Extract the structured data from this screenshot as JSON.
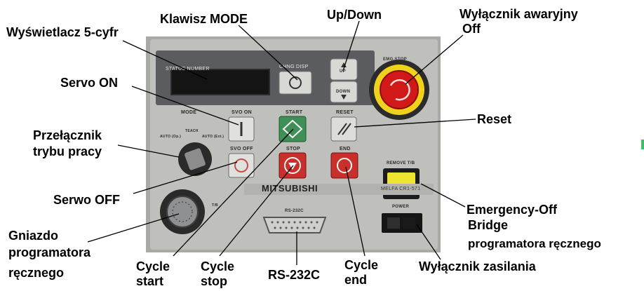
{
  "callouts": {
    "display5": "Wyświetlacz 5-cyfr",
    "mode_key": "Klawisz MODE",
    "up_down": "Up/Down",
    "estop_line1": "Wyłącznik awaryjny",
    "estop_line2": "Off",
    "servo_on": "Servo ON",
    "mode_switch_line1": "Przełącznik",
    "mode_switch_line2": "trybu pracy",
    "reset": "Reset",
    "servo_off": "Serwo OFF",
    "emergency_line1": "Emergency-Off",
    "emergency_line2": "Bridge",
    "emergency_line3": "programatora ręcznego",
    "socket_line1": "Gniazdo",
    "socket_line2": "programatora",
    "socket_line3": "ręcznego",
    "cycle_start_line1": "Cycle",
    "cycle_start_line2": "start",
    "cycle_stop_line1": "Cycle",
    "cycle_stop_line2": "stop",
    "rs232": "RS-232C",
    "cycle_end_line1": "Cycle",
    "cycle_end_line2": "end",
    "power_switch": "Wyłącznik zasilania"
  },
  "panel": {
    "status_number": "STATUS NUMBER",
    "chng_disp": "CHNG DISP",
    "up": "UP",
    "down": "DOWN",
    "emg_stop": "EMG.STOP",
    "mode": "MODE",
    "teach": "TEACH",
    "auto_op": "AUTO (Op.)",
    "auto_ext": "AUTO (Ext.)",
    "svo_on": "SVO ON",
    "start": "START",
    "reset": "RESET",
    "svo_off": "SVO OFF",
    "stop": "STOP",
    "end": "END",
    "remove_tb": "REMOVE T/B",
    "brand": "MITSUBISHI",
    "model": "MELFA CR1-571",
    "tb": "T/B",
    "rs232c": "RS-232C",
    "power": "POWER"
  },
  "colors": {
    "panel_face": "#b9b9b4",
    "dark_band": "#55575a",
    "green_button": "#3f8f56",
    "red_button": "#c9302c",
    "estop_red": "#d11919",
    "estop_yellow": "#f0d21c",
    "remove_yellow": "#ece42e"
  }
}
